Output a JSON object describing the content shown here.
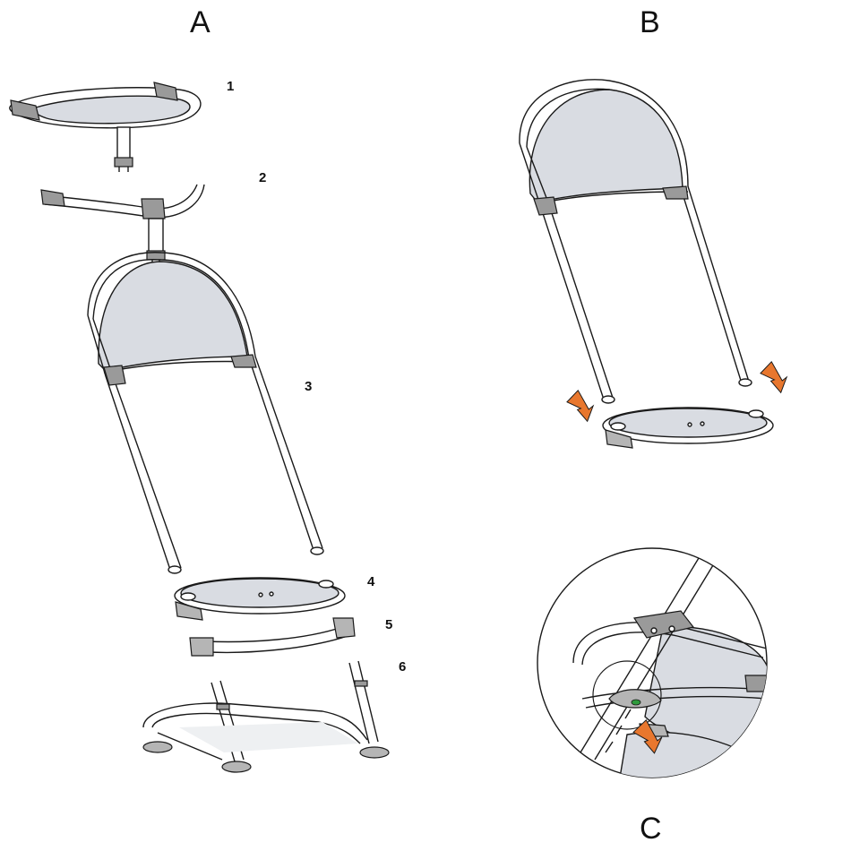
{
  "panels": {
    "a": "A",
    "b": "B",
    "c": "C"
  },
  "parts": [
    "1",
    "2",
    "3",
    "4",
    "5",
    "6"
  ],
  "colors": {
    "arrow": "#e8772e",
    "indicator": "#2e9a3c",
    "seat_fill": "#d9dce2",
    "joint_fill": "#9a9a9a"
  },
  "icons": {
    "arrow": "up-arrow-icon"
  }
}
